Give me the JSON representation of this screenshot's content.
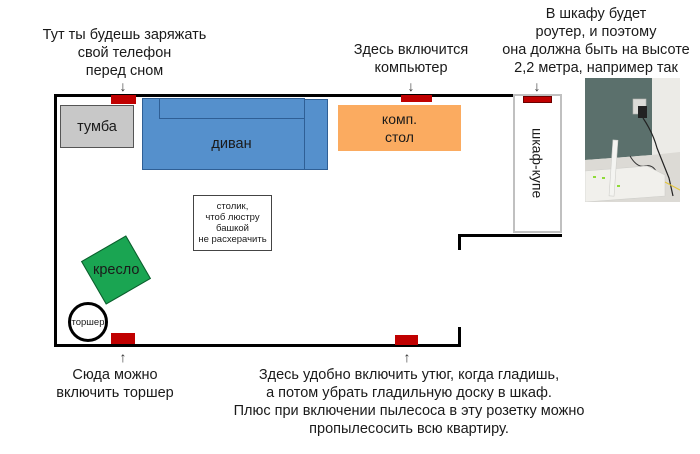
{
  "annotations": {
    "phone": "Тут ты будешь заряжать\nсвой телефон\nперед сном",
    "computer": "Здесь включится\nкомпьютер",
    "router": "В шкафу будет\nроутер, и поэтому\nона должна быть на высоте\n2,2 метра, например так",
    "lamp": "Сюда можно\nвключить торшер",
    "iron": "Здесь удобно включить утюг, когда гладишь,\nа потом убрать гладильную доску в шкаф.\nПлюс при включении пылесоса в эту розетку можно\nпропылесосить всю квартиру."
  },
  "arrows": {
    "down": "↓",
    "up": "↑"
  },
  "furniture": {
    "nightstand": "тумба",
    "sofa": "диван",
    "desk": "комп.\nстол",
    "wardrobe": "шкаф-купе",
    "table": "столик,\nчтоб люстру\nбашкой\nне расхерачить",
    "armchair": "кресло",
    "floor_lamp": "торшер"
  },
  "colors": {
    "socket": "#c00000",
    "sofa": "#5590cc",
    "desk": "#fbab60",
    "armchair": "#1aa552",
    "nightstand": "#c8c8c8"
  }
}
